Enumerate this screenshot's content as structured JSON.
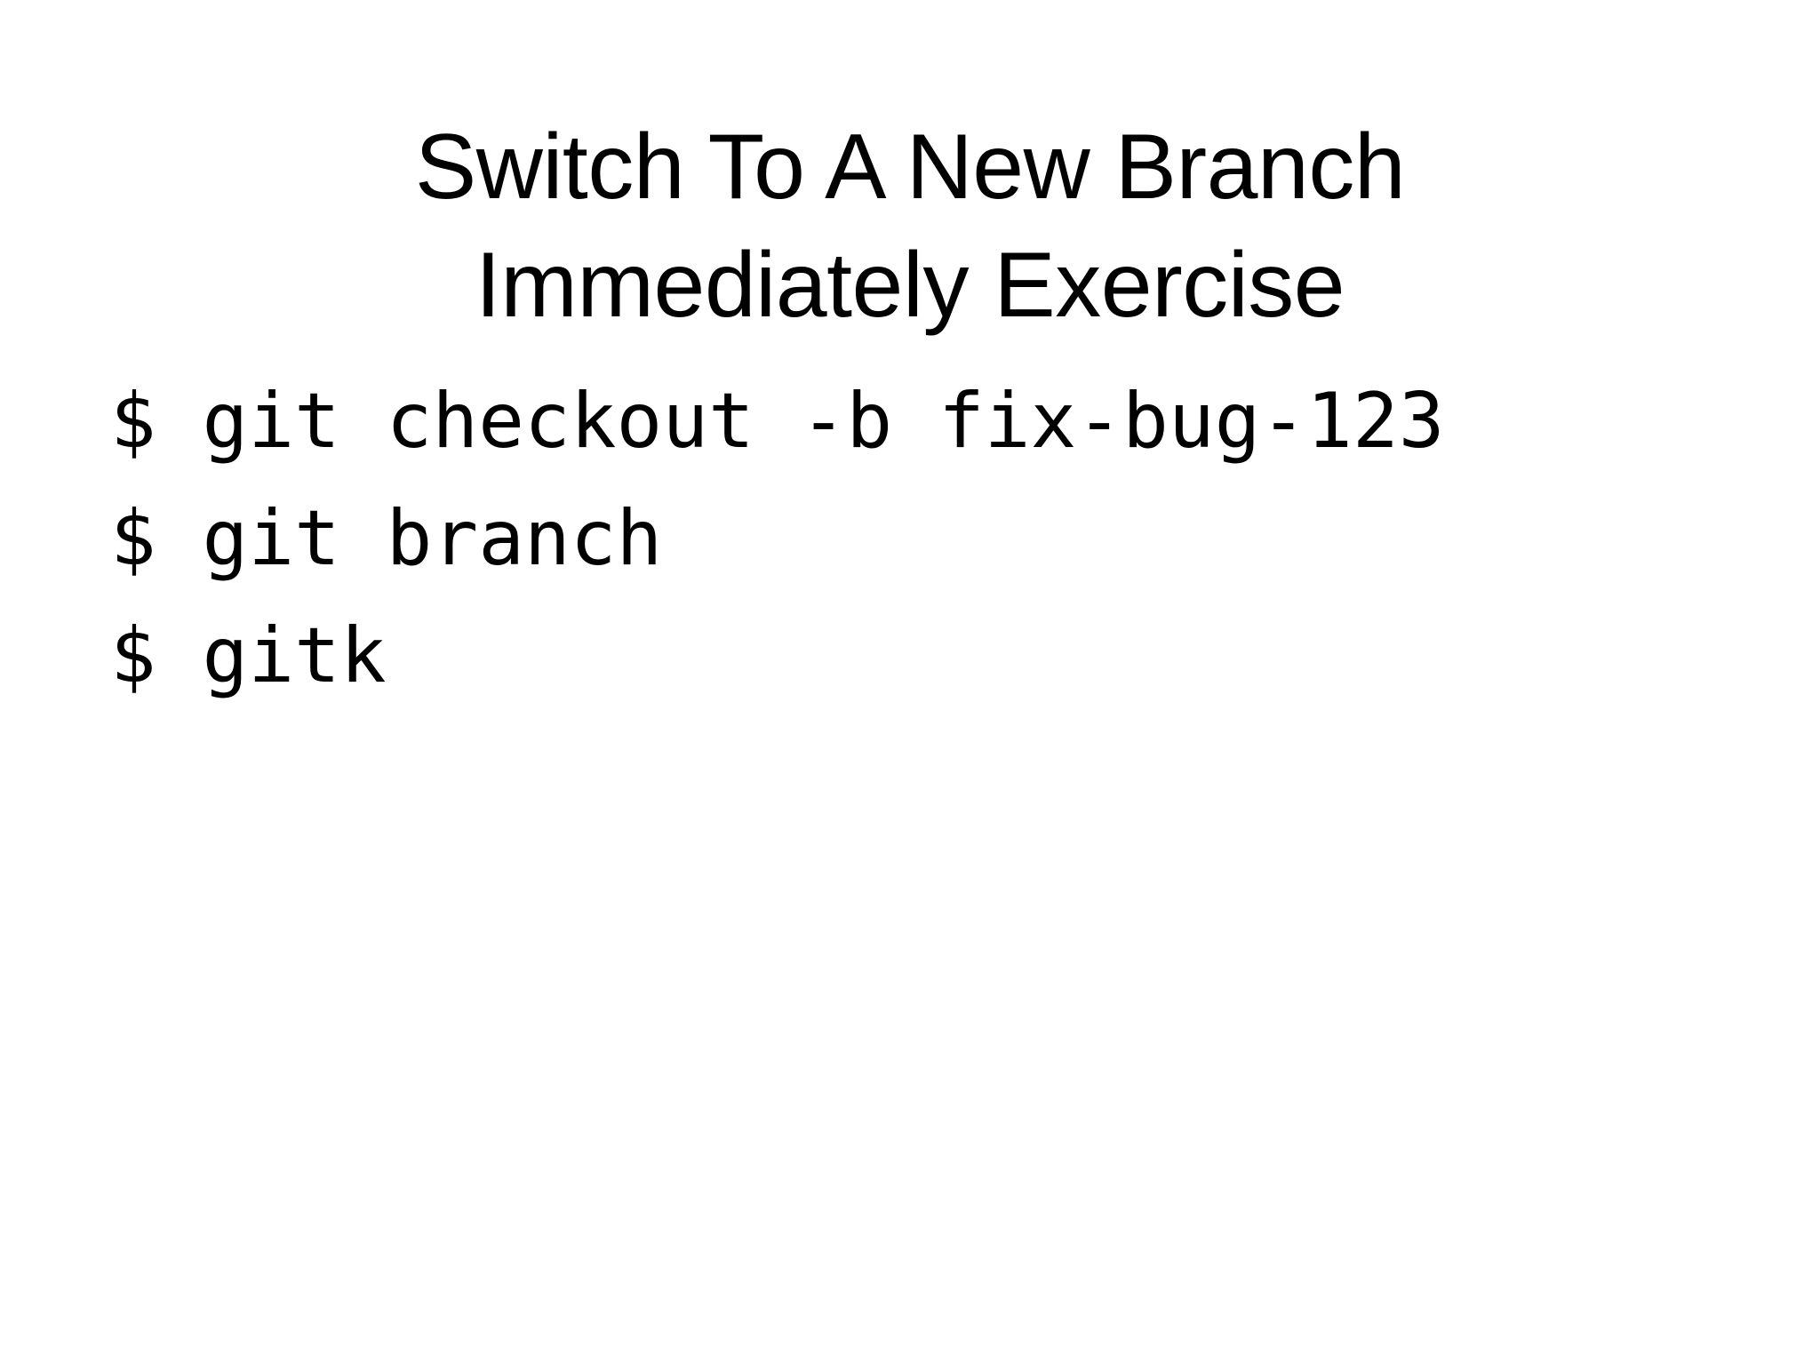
{
  "slide": {
    "background_color": "#ffffff",
    "text_color": "#000000",
    "title": {
      "line1": "Switch To A New Branch",
      "line2": "Immediately Exercise",
      "full": "Switch To A New Branch Immediately Exercise"
    },
    "code": {
      "lines": [
        "$ git checkout -b fix-bug-123",
        "$ git branch",
        "$ gitk"
      ]
    }
  }
}
